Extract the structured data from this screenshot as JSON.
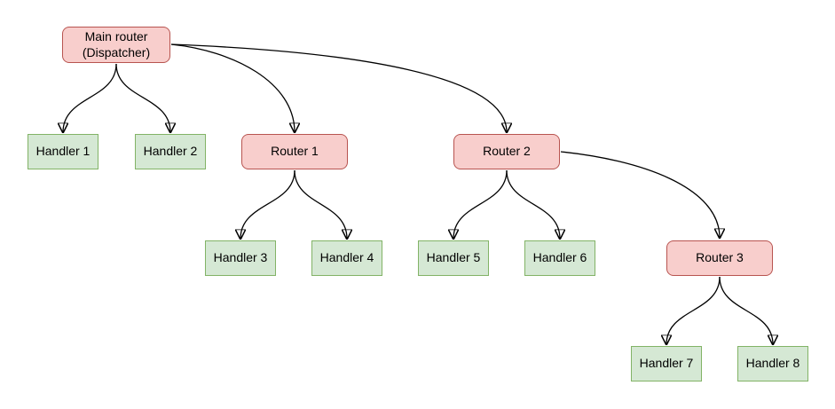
{
  "diagram": {
    "type": "tree-flowchart",
    "colors": {
      "router_fill": "#f8cecc",
      "router_border": "#b85450",
      "handler_fill": "#d5e8d4",
      "handler_border": "#82b366",
      "edge": "#000000",
      "text": "#000000",
      "background": "#ffffff"
    },
    "nodes": {
      "main": {
        "label": "Main router\n(Dispatcher)",
        "kind": "router"
      },
      "router1": {
        "label": "Router 1",
        "kind": "router"
      },
      "router2": {
        "label": "Router 2",
        "kind": "router"
      },
      "router3": {
        "label": "Router 3",
        "kind": "router"
      },
      "handler1": {
        "label": "Handler 1",
        "kind": "handler"
      },
      "handler2": {
        "label": "Handler 2",
        "kind": "handler"
      },
      "handler3": {
        "label": "Handler 3",
        "kind": "handler"
      },
      "handler4": {
        "label": "Handler 4",
        "kind": "handler"
      },
      "handler5": {
        "label": "Handler 5",
        "kind": "handler"
      },
      "handler6": {
        "label": "Handler 6",
        "kind": "handler"
      },
      "handler7": {
        "label": "Handler 7",
        "kind": "handler"
      },
      "handler8": {
        "label": "Handler 8",
        "kind": "handler"
      }
    },
    "edges": [
      {
        "from": "main",
        "to": "handler1"
      },
      {
        "from": "main",
        "to": "handler2"
      },
      {
        "from": "main",
        "to": "router1"
      },
      {
        "from": "main",
        "to": "router2"
      },
      {
        "from": "router1",
        "to": "handler3"
      },
      {
        "from": "router1",
        "to": "handler4"
      },
      {
        "from": "router2",
        "to": "handler5"
      },
      {
        "from": "router2",
        "to": "handler6"
      },
      {
        "from": "router2",
        "to": "router3"
      },
      {
        "from": "router3",
        "to": "handler7"
      },
      {
        "from": "router3",
        "to": "handler8"
      }
    ]
  }
}
